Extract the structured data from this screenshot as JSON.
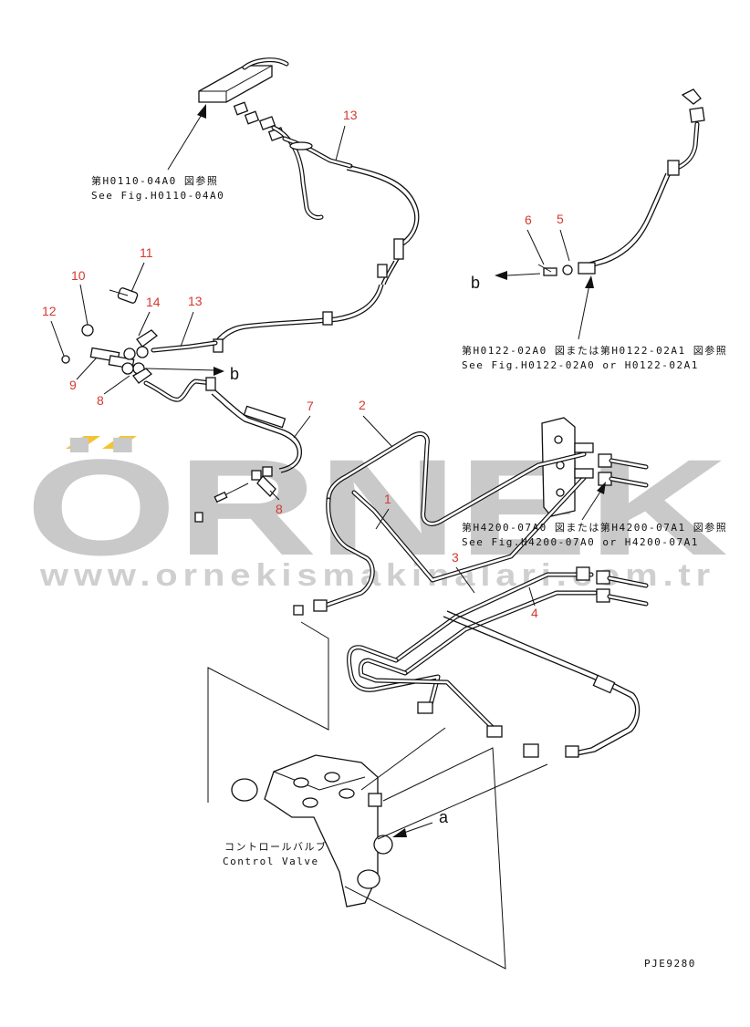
{
  "watermark": {
    "brand": "ÖRNEK",
    "url": "www.ornekismakinalari.com.tr",
    "accent_color": "#f4c430"
  },
  "references": [
    {
      "jp": "第H0110-04A0 図参照",
      "en": "See Fig.H0110-04A0"
    },
    {
      "jp": "第H0122-02A0 図または第H0122-02A1 図参照",
      "en": "See Fig.H0122-02A0  or  H0122-02A1"
    },
    {
      "jp": "第H4200-07A0 図または第H4200-07A1 図参照",
      "en": "See Fig.H4200-07A0  or  H4200-07A1"
    }
  ],
  "component_label": {
    "jp": "コントロールバルブ",
    "en": "Control Valve"
  },
  "part_numbers": [
    "1",
    "2",
    "3",
    "4",
    "5",
    "6",
    "7",
    "8",
    "8",
    "9",
    "10",
    "11",
    "12",
    "13",
    "13",
    "14"
  ],
  "letters": [
    "a",
    "b",
    "b"
  ],
  "drawing_code": "PJE9280",
  "colors": {
    "part_number": "#d43a2e",
    "line": "#111111",
    "watermark": "#c9c9c9"
  }
}
